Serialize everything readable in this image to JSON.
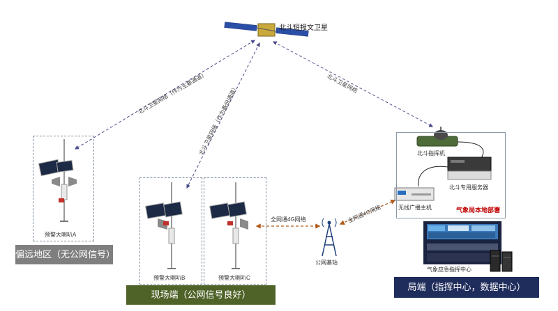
{
  "satellite": {
    "label": "北斗短报文卫星"
  },
  "links": {
    "left_main": "北斗卫星网络（作为主要通道）",
    "center_backup": "北斗卫星网络（作为备份通道）",
    "right": "北斗卫星网络",
    "field_4g": "全网通4G网络",
    "base_4g": "全网通4G网络"
  },
  "remote": {
    "speaker_label": "预警大喇叭A",
    "region_label": "偏远地区（无公网信号）"
  },
  "field": {
    "speaker_b": "预警大喇叭B",
    "speaker_c": "预警大喇叭C",
    "region_label": "现场端（公网信号良好）"
  },
  "base_station": {
    "label": "公网基站"
  },
  "bureau": {
    "command_unit": "北斗指挥机",
    "server": "北斗专用服务器",
    "broadcast_host": "无线广播主机",
    "local_dept": "气象局本地部署",
    "center": "气象应急指挥中心",
    "region_label": "局端（指挥中心，数据中心）"
  },
  "colors": {
    "remote_region": "#7f7f7f",
    "field_region": "#4f6228",
    "bureau_region": "#1f2d5c",
    "local_dept_text": "#c00000",
    "link_arrow": "#4a4a8a",
    "link_4g": "#b05a1a"
  }
}
